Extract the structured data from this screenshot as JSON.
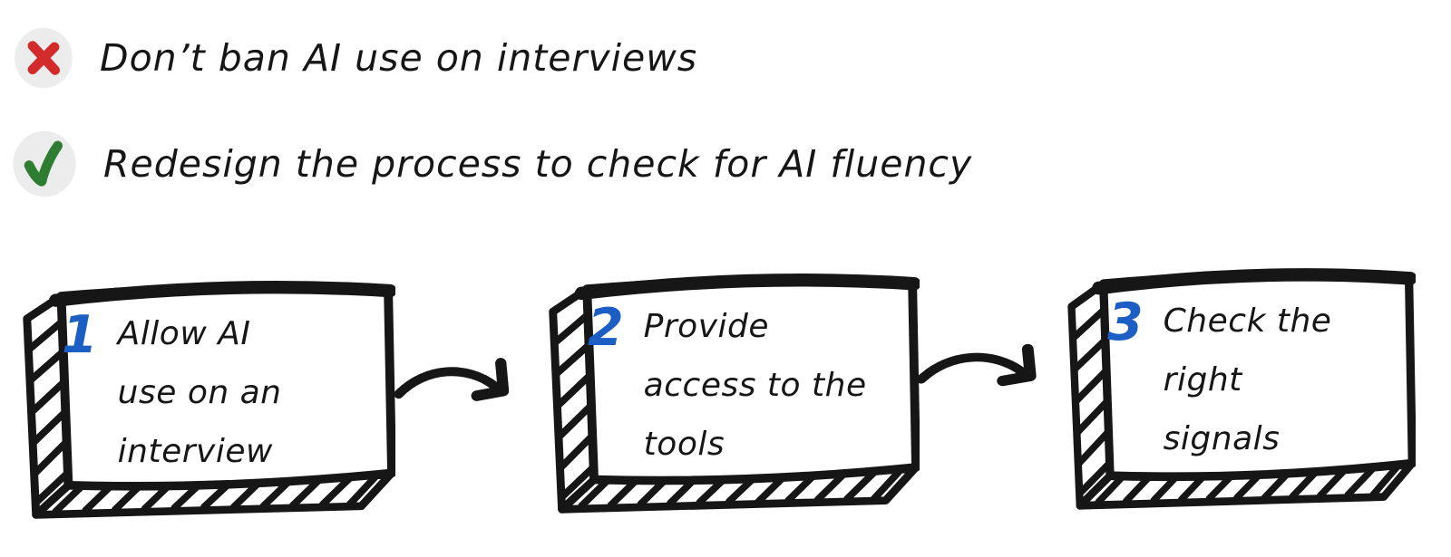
{
  "rows": {
    "dont": {
      "icon": "red-x-icon",
      "label": "Don’t ban AI use on interviews"
    },
    "do": {
      "icon": "green-check-icon",
      "label": "Redesign the process to check for AI fluency"
    }
  },
  "steps": [
    {
      "number": "1",
      "lines": [
        "Allow AI",
        "use on an",
        "interview"
      ]
    },
    {
      "number": "2",
      "lines": [
        "Provide",
        "access to the",
        "tools"
      ]
    },
    {
      "number": "3",
      "lines": [
        "Check the",
        "right",
        "signals"
      ]
    }
  ],
  "arrows": [
    "curved-arrow-right",
    "curved-arrow-right"
  ],
  "colors": {
    "ink": "#161616",
    "step_number_blue": "#1d5ec4",
    "x_red": "#d32b2b",
    "check_green": "#2e7d32",
    "icon_circle_bg": "#ececec",
    "background": "#ffffff"
  }
}
